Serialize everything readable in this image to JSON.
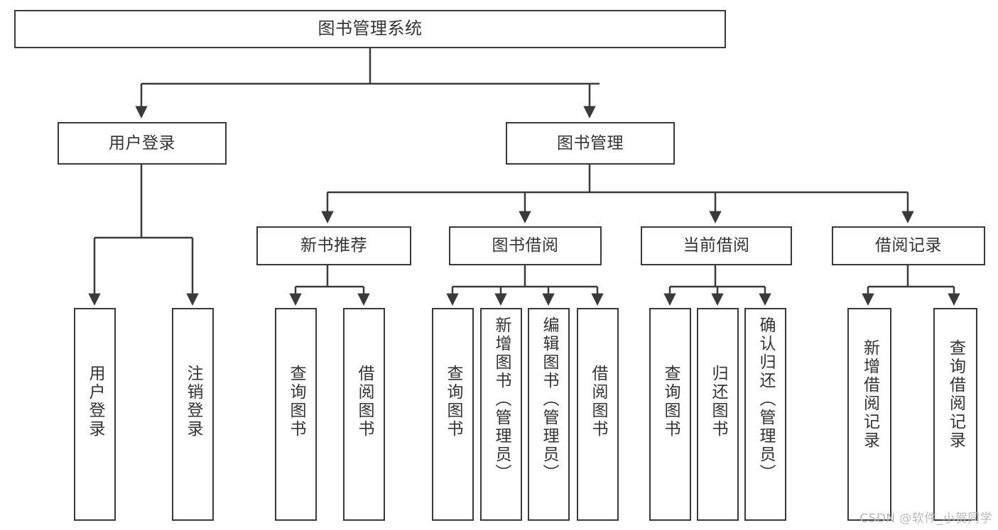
{
  "diagram": {
    "title": "图书管理系统",
    "watermark": "CSDN @软件_小贺同学",
    "line_color": "#3a3a3a",
    "text_color": "#333333",
    "background_color": "#ffffff",
    "nodes": {
      "root": {
        "label": "图书管理系统"
      },
      "level2": [
        {
          "label": "用户登录"
        },
        {
          "label": "图书管理"
        }
      ],
      "level3": [
        {
          "label": "新书推荐"
        },
        {
          "label": "图书借阅"
        },
        {
          "label": "当前借阅"
        },
        {
          "label": "借阅记录"
        }
      ],
      "leaves_login": [
        {
          "label": "用户登录"
        },
        {
          "label": "注销登录"
        }
      ],
      "leaves_newbook": [
        {
          "label": "查询图书"
        },
        {
          "label": "借阅图书"
        }
      ],
      "leaves_borrow": [
        {
          "label": "查询图书"
        },
        {
          "label": "新增图书（管理员）"
        },
        {
          "label": "编辑图书（管理员）"
        },
        {
          "label": "借阅图书"
        }
      ],
      "leaves_current": [
        {
          "label": "查询图书"
        },
        {
          "label": "归还图书"
        },
        {
          "label": "确认归还（管理员）"
        }
      ],
      "leaves_records": [
        {
          "label": "新增借阅记录"
        },
        {
          "label": "查询借阅记录"
        }
      ]
    }
  }
}
